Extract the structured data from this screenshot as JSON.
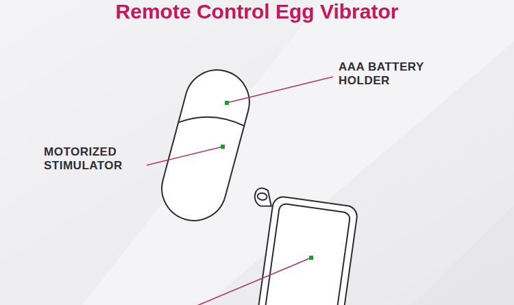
{
  "diagram": {
    "title": "Remote Control Egg Vibrator",
    "labels": [
      "AAA BATTERY HOLDER",
      "MOTORIZED STIMULATOR"
    ]
  }
}
